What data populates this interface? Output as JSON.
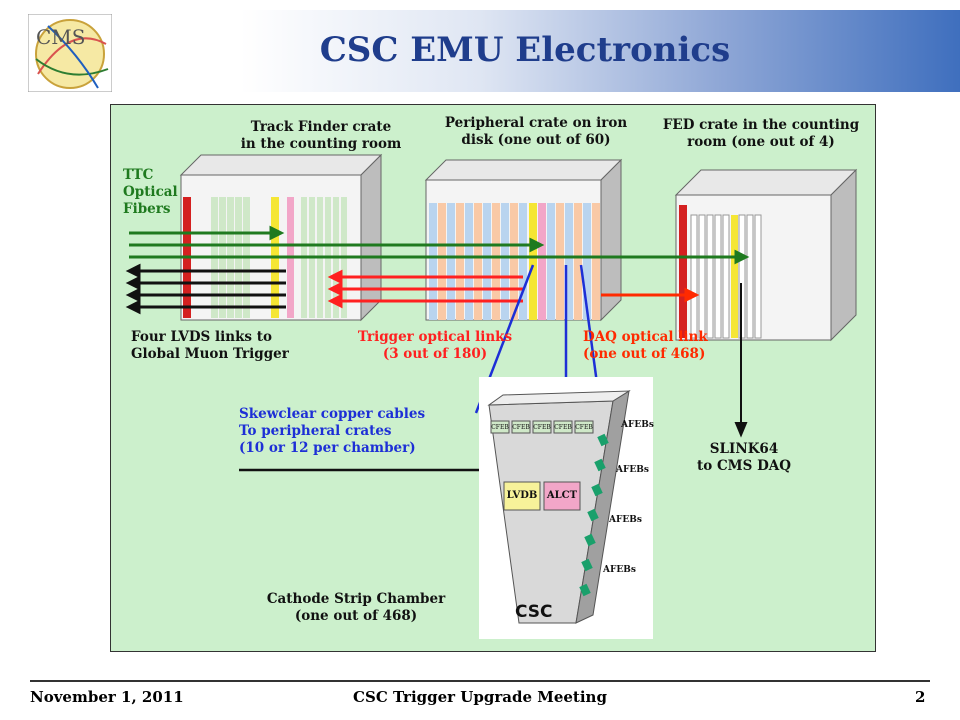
{
  "slide": {
    "title": "CSC  EMU  Electronics",
    "footer_date": "November 1, 2011",
    "footer_event": "CSC Trigger  Upgrade Meeting",
    "page_number": "2",
    "logo_text": "CMS"
  },
  "diagram": {
    "track_finder_title_1": "Track Finder crate",
    "track_finder_title_2": "in the counting room",
    "peripheral_title_1": "Peripheral crate on iron",
    "peripheral_title_2": "disk (one out of 60)",
    "fed_title_1": "FED crate in the counting",
    "fed_title_2": "room (one out of 4)",
    "ttc_line_1": "TTC",
    "ttc_line_2": "Optical",
    "ttc_line_3": "Fibers",
    "lvds_line_1": "Four LVDS links to",
    "lvds_line_2": "Global Muon Trigger",
    "trigger_line_1": "Trigger optical links",
    "trigger_line_2": "(3 out of 180)",
    "daq_line_1": "DAQ optical link",
    "daq_line_2": "(one out of 468)",
    "skew_line_1": "Skewclear copper cables",
    "skew_line_2": "To peripheral crates",
    "skew_line_3": "(10 or 12 per chamber)",
    "slink_line_1": "SLINK64",
    "slink_line_2": "to CMS DAQ",
    "csc_line_1": "Cathode Strip Chamber",
    "csc_line_2": "(one out of 468)",
    "csc_label": "CSC",
    "lvdb_label": "LVDB",
    "alct_label": "ALCT",
    "cfeb_label": "CFEB",
    "afebs_label": "AFEBs",
    "colors": {
      "ttc_green": "#1f7a1f",
      "trigger_red": "#ff2020",
      "daq_red": "#ff2a00",
      "skew_blue": "#1d2fd6",
      "slide_bg": "#ccf0cc"
    }
  }
}
